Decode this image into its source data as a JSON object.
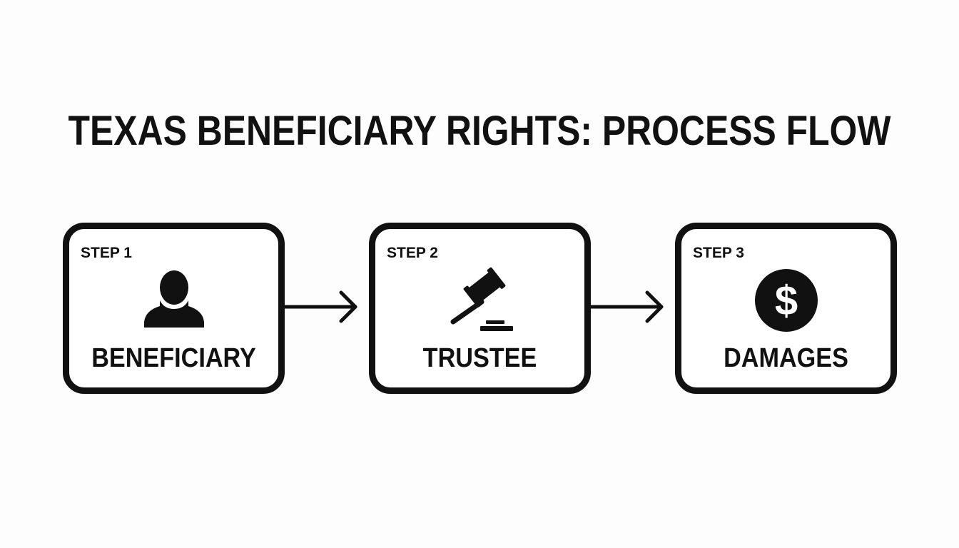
{
  "title": "TEXAS BENEFICIARY RIGHTS: PROCESS FLOW",
  "steps": [
    {
      "label": "STEP 1",
      "name": "BENEFICIARY",
      "icon": "person-icon"
    },
    {
      "label": "STEP 2",
      "name": "TRUSTEE",
      "icon": "gavel-icon"
    },
    {
      "label": "STEP 3",
      "name": "DAMAGES",
      "icon": "dollar-coin-icon"
    }
  ],
  "colors": {
    "ink": "#111111",
    "background": "#fdfdfd"
  }
}
